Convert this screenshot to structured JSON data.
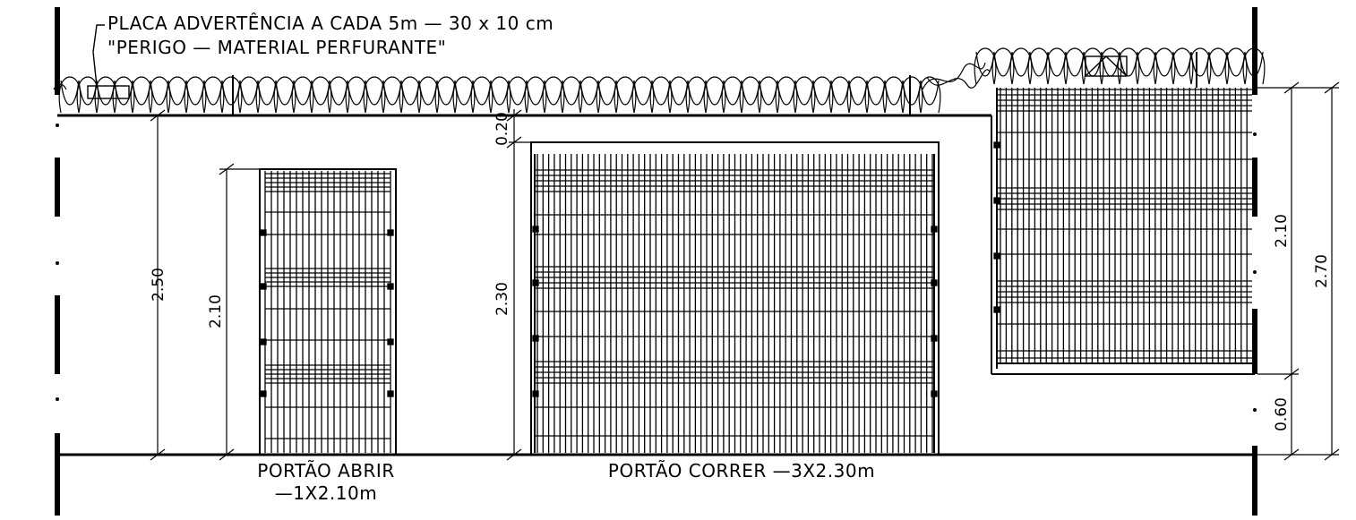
{
  "annotations": {
    "warning_line1": "PLACA ADVERTÊNCIA A CADA 5m — 30 x 10 cm",
    "warning_line2": "\"PERIGO — MATERIAL PERFURANTE\""
  },
  "dimensions": {
    "wall_height": "2.50",
    "gate1_height": "2.10",
    "top_offset": "0.20",
    "gate2_height": "2.30",
    "gate3_height": "2.10",
    "base_height": "0.60",
    "total_height": "2.70"
  },
  "labels": {
    "gate1_line1": "PORTÃO ABRIR",
    "gate1_line2": "—1X2.10m",
    "gate2": "PORTÃO CORRER —3X2.30m"
  },
  "colors": {
    "line": "#000000",
    "background": "#ffffff"
  }
}
